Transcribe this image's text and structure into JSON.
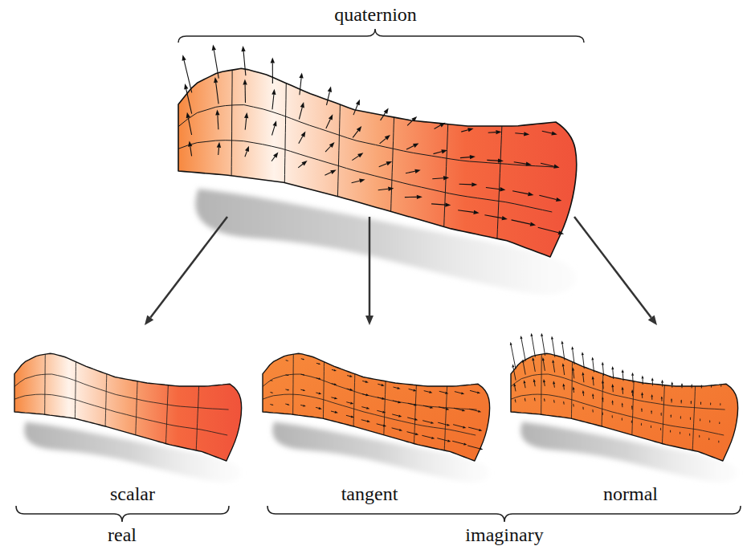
{
  "diagram": {
    "nodes": [
      {
        "text": [
          "quaternion"
        ]
      },
      {
        "text": [
          "scalar"
        ]
      },
      {
        "text": [
          "tangent"
        ]
      },
      {
        "text": [
          "normal"
        ]
      }
    ],
    "edges": [
      {
        "from": 0,
        "to": 1,
        "arrow": "to"
      },
      {
        "from": 0,
        "to": 2,
        "arrow": "to"
      },
      {
        "from": 0,
        "to": 3,
        "arrow": "to"
      }
    ],
    "labels": [
      "real",
      "imaginary"
    ]
  }
}
